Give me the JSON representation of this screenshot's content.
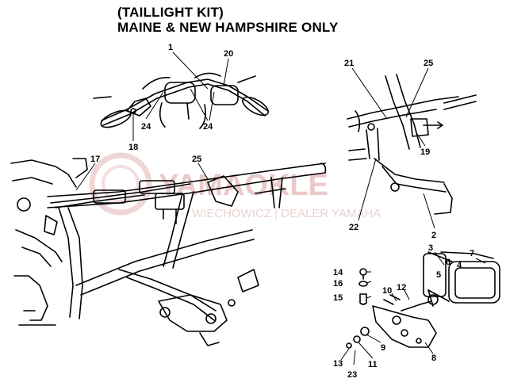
{
  "header": {
    "title_line1": "(TAILLIGHT KIT)",
    "title_line2": "MAINE & NEW HAMPSHIRE ONLY"
  },
  "watermark": {
    "brand": "YAMAOKLE",
    "tagline": "WIECHOWICZ | DEALER YAMAHA"
  },
  "callouts": {
    "c1": "1",
    "c20": "20",
    "c24a": "24",
    "c24b": "24",
    "c18": "18",
    "c21": "21",
    "c25a": "25",
    "c19": "19",
    "c22": "22",
    "c2": "2",
    "c17": "17",
    "c25b": "25",
    "c3": "3",
    "c7": "7",
    "c6": "6",
    "c4": "4",
    "c5": "5",
    "c14": "14",
    "c16": "16",
    "c15": "15",
    "c10": "10",
    "c12": "12",
    "c8": "8",
    "c9": "9",
    "c11": "11",
    "c13": "13",
    "c23": "23"
  },
  "colors": {
    "ink": "#000000",
    "watermark": "#e9c9c9"
  }
}
